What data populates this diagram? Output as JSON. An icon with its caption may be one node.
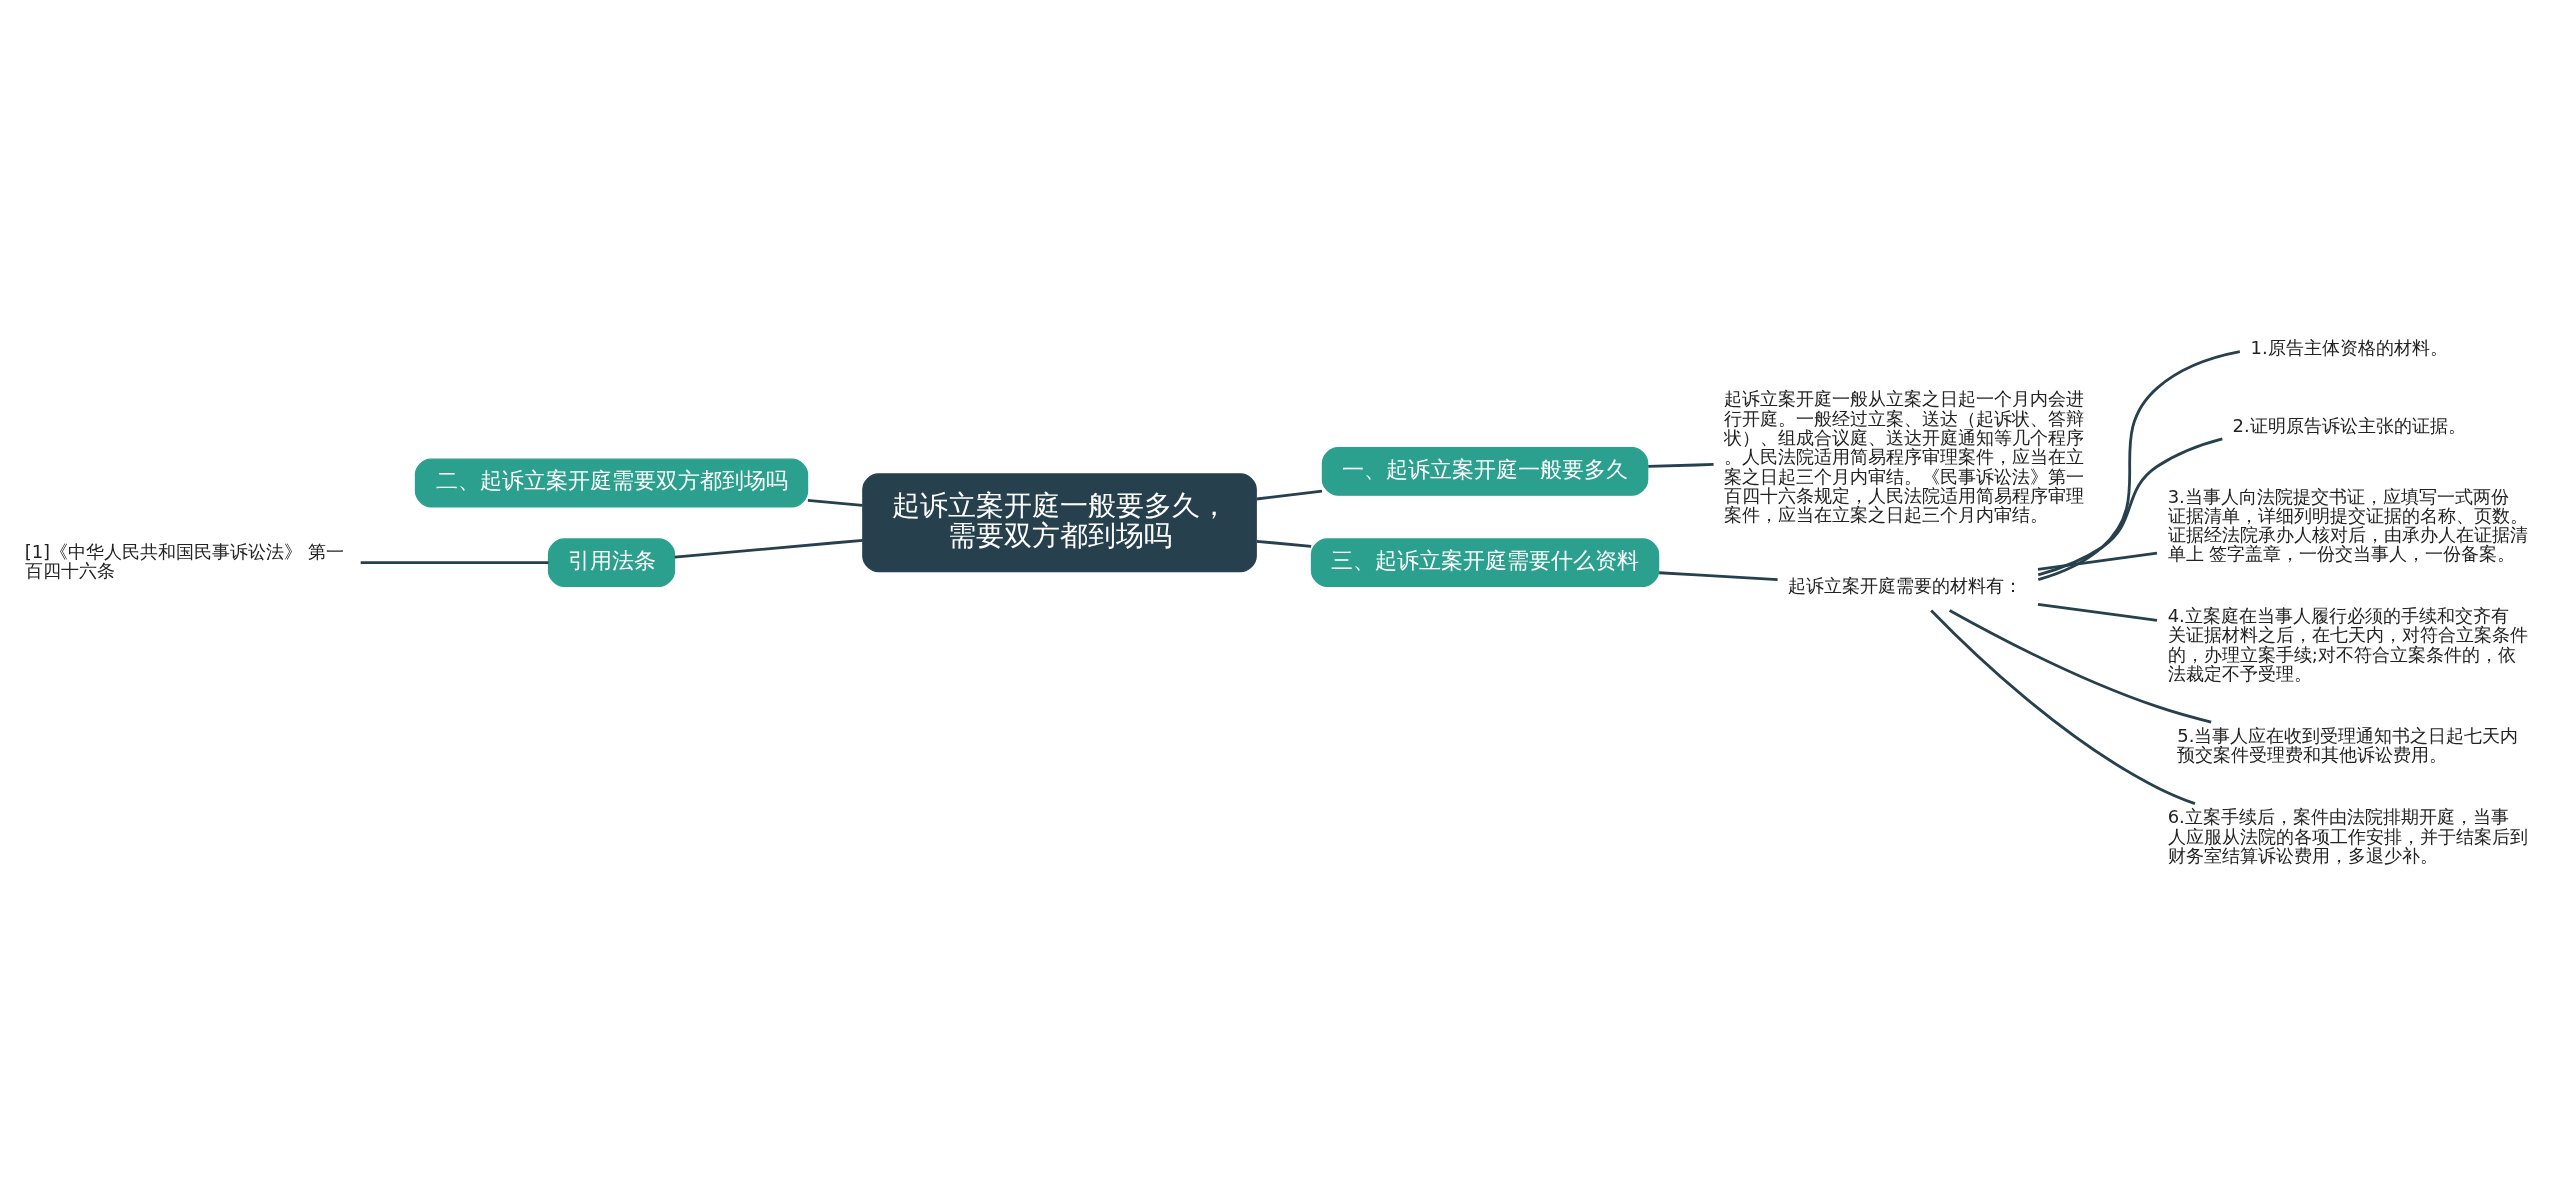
{
  "diagram": {
    "nodes": [
      {
        "text": [
          "起诉立案开庭一般要多久，需要双方都到场吗"
        ]
      },
      {
        "text": [
          "一、起诉立案开庭一般要多久"
        ]
      },
      {
        "text": [
          "起诉立案开庭一般从立案之日起一个月内会进行开庭。一般经过立案、送达（起诉状、答辩状）、组成合议庭、送达开庭通知等几个程序。人民法院适用简易程序审理案件，应当在立案之日起三个月内审结。《民事诉讼法》第一百四十六条规定，人民法院适用简易程序审理案件，应当在立案之日起三个月内审结。"
        ]
      },
      {
        "text": [
          "二、起诉立案开庭需要双方都到场吗"
        ]
      },
      {
        "text": [
          "引用法条"
        ]
      },
      {
        "text": [
          "[1]《中华人民共和国民事诉讼法》 第一百四十六条"
        ]
      },
      {
        "text": [
          "三、起诉立案开庭需要什么资料"
        ]
      },
      {
        "text": [
          "起诉立案开庭需要的材料有："
        ]
      },
      {
        "text": [
          "1.原告主体资格的材料。"
        ]
      },
      {
        "text": [
          "2.证明原告诉讼主张的证据。"
        ]
      },
      {
        "text": [
          "3.当事人向法院提交书证，应填写一式两份证据清单，详细列明提交证据的名称、页数。证据经法院承办人核对后，由承办人在证据清单上 签字盖章，一份交当事人，一份备案。"
        ]
      },
      {
        "text": [
          "4.立案庭在当事人履行必须的手续和交齐有关证据材料之后，在七天内，对符合立案条件的，办理立案手续;对不符合立案条件的，依法裁定不予受理。"
        ]
      },
      {
        "text": [
          "5.当事人应在收到受理通知书之日起七天内预交案件受理费和其他诉讼费用。"
        ]
      },
      {
        "text": [
          "6.立案手续后，案件由法院排期开庭，当事人应服从法院的各项工作安排，并于结案后到财务室结算诉讼费用，多退少补。"
        ]
      }
    ],
    "edges": [
      {
        "from": 0,
        "to": 1,
        "arrow": "none"
      },
      {
        "from": 1,
        "to": 2,
        "arrow": "none"
      },
      {
        "from": 0,
        "to": 3,
        "arrow": "none"
      },
      {
        "from": 0,
        "to": 4,
        "arrow": "none"
      },
      {
        "from": 4,
        "to": 5,
        "arrow": "none"
      },
      {
        "from": 0,
        "to": 6,
        "arrow": "none"
      },
      {
        "from": 6,
        "to": 7,
        "arrow": "none"
      },
      {
        "from": 7,
        "to": 8,
        "arrow": "none"
      },
      {
        "from": 7,
        "to": 9,
        "arrow": "none"
      },
      {
        "from": 7,
        "to": 10,
        "arrow": "none"
      },
      {
        "from": 7,
        "to": 11,
        "arrow": "none"
      },
      {
        "from": 7,
        "to": 12,
        "arrow": "none"
      },
      {
        "from": 7,
        "to": 13,
        "arrow": "none"
      }
    ]
  }
}
